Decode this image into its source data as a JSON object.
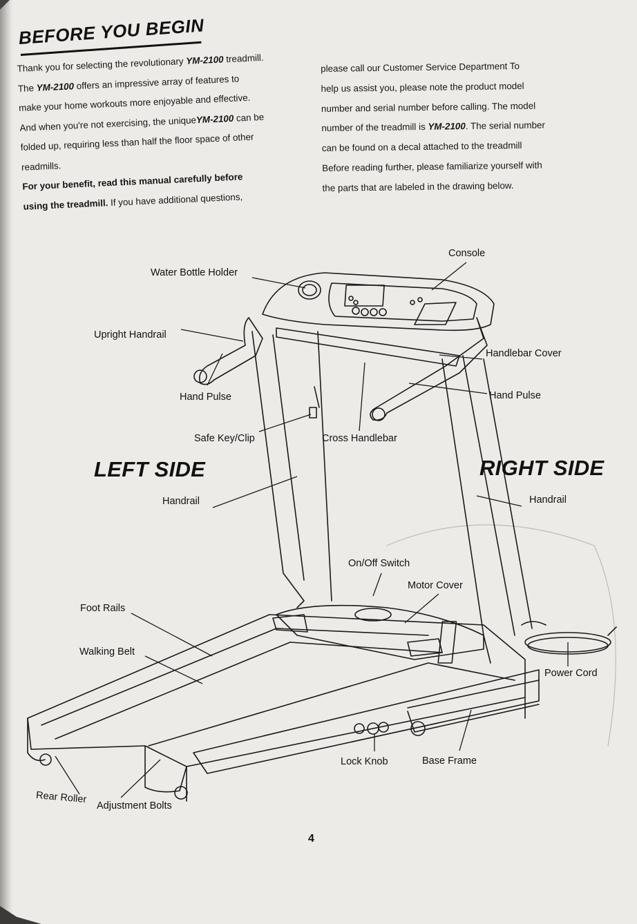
{
  "title": "BEFORE YOU BEGIN",
  "intro_left": {
    "l1_a": "Thank you for selecting the revolutionary ",
    "l1_model": "YM-2100",
    "l1_b": " treadmill.",
    "l2_a": "The ",
    "l2_model": "YM-2100",
    "l2_b": " offers an impressive array of features to",
    "l3": "make your home workouts more enjoyable and effective.",
    "l4_a": "And when you're not exercising, the unique",
    "l4_model": "YM-2100",
    "l4_b": " can be",
    "l5": "folded up, requiring less than half the floor space of other",
    "l6": "readmills.",
    "l7_bold": "For your benefit, read this manual carefully before",
    "l8_bold": "using the treadmill.",
    "l8_rest": " If you have additional questions,"
  },
  "intro_right": {
    "l1": "please call our Customer Service Department To",
    "l2": "help us assist you, please note the product model",
    "l3": "number and serial number before calling. The model",
    "l4_a": "number of the treadmill is ",
    "l4_model": "YM-2100",
    "l4_b": ". The serial number",
    "l5": "can be found on a decal attached to the treadmill",
    "l6": "Before reading further, please familiarize yourself with",
    "l7": "the parts that are labeled in the drawing below."
  },
  "side_labels": {
    "left": "LEFT SIDE",
    "right": "RIGHT SIDE"
  },
  "part_labels": {
    "console": "Console",
    "water_bottle_holder": "Water Bottle Holder",
    "upright_handrail": "Upright Handrail",
    "handlebar_cover": "Handlebar Cover",
    "hand_pulse_left": "Hand Pulse",
    "hand_pulse_right": "Hand Pulse",
    "safe_key_clip": "Safe Key/Clip",
    "cross_handlebar": "Cross Handlebar",
    "handrail_left": "Handrail",
    "handrail_right": "Handrail",
    "on_off_switch": "On/Off Switch",
    "motor_cover": "Motor Cover",
    "foot_rails": "Foot Rails",
    "walking_belt": "Walking Belt",
    "power_cord": "Power Cord",
    "lock_knob": "Lock Knob",
    "base_frame": "Base Frame",
    "rear_roller": "Rear Roller",
    "adjustment_bolts": "Adjustment Bolts"
  },
  "page_number": "4"
}
